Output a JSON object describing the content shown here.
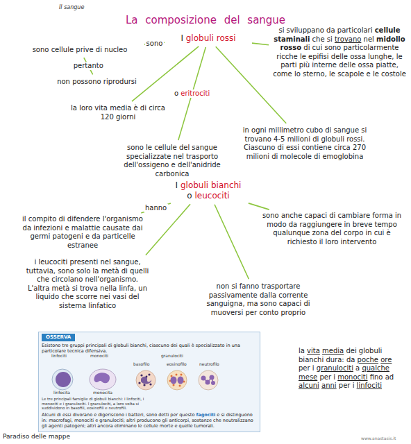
{
  "diagram": {
    "title": "La composizione del sangue",
    "nodes": [
      {
        "text": [
          "I globuli rossi"
        ]
      },
      {
        "text": [
          "sono cellule prive di nucleo"
        ]
      },
      {
        "text": [
          "non possono riprodursi"
        ]
      },
      {
        "text": [
          "si sviluppano da particolari cellule staminali che si trovano nel midollo rosso di cui sono particolarmente ricche le epifisi delle ossa lunghe, le parti più interne delle ossa piatte, come lo sterno, le scapole e le costole"
        ]
      },
      {
        "text": [
          "la loro vita media è di circa 120 giorni"
        ]
      },
      {
        "text": [
          "in ogni millimetro cubo di sangue si trovano 4-5 milioni di globuli rossi. Ciascuno di essi contiene circa 270 milioni di molecole di emoglobina"
        ]
      },
      {
        "text": [
          "sono le cellule del sangue specializzate nel trasporto dell'ossigeno e dell'anidride carbonica"
        ]
      },
      {
        "text": [
          "I globuli bianchi",
          "o leucociti"
        ]
      },
      {
        "text": [
          "il compito di difendere l'organismo da infezioni e malattie causate dai germi patogeni e da particelle estranee"
        ]
      },
      {
        "text": [
          "sono anche capaci di cambiare forma in modo da raggiungere in breve tempo qualunque zona del corpo in cui è richiesto il loro intervento"
        ]
      },
      {
        "text": [
          "i leucociti presenti nel sangue, tuttavia, sono solo la metà di quelli che circolano nell'organismo. L'altra metà si trova nella linfa, un liquido che scorre nei vasi del sistema linfatico"
        ]
      },
      {
        "text": [
          "non si fanno trasportare passivamente dalla corrente sanguigna, ma sono capaci di muoversi per conto proprio"
        ]
      },
      {
        "text": [
          "la vita media dei globuli bianchi dura: da poche ore per i granulociti a qualche mese per i monociti fino ad alcuni anni per i linfociti"
        ]
      },
      {
        "text": [
          "OSSERVA",
          "Esistono tre gruppi principali di globuli bianchi, ciascuno dei quali è specializzato in una particolare tecnica difensiva.",
          "linfociti",
          "monociti",
          "granulociti",
          "basofilo",
          "eosinofilo",
          "neutrofilo",
          "linfocita",
          "monocita",
          "Le tre principali famiglie di globuli bianchi: i linfociti, i monociti e i granulociti. I granulociti, a loro volta si suddividono in basofili, eosinofili e neutrofili.",
          "Alcuni di essi divorano e digeriscono i batteri, sono detti per questo fagociti e si distinguono in: macrofagi, monociti e granulociti; altri producono gli anticorpi, sostanze che neutralizzano gli agenti patogeni; altri ancora eliminano le cellule morte e quelle tumorali."
        ]
      }
    ],
    "edges": [
      {
        "from": 0,
        "to": 1,
        "label": "sono",
        "arrow": "none"
      },
      {
        "from": 0,
        "to": 3,
        "arrow": "none"
      },
      {
        "from": 0,
        "to": 4,
        "arrow": "none"
      },
      {
        "from": 0,
        "to": 6,
        "label": "o eritrociti",
        "arrow": "none"
      },
      {
        "from": 0,
        "to": 5,
        "arrow": "none"
      },
      {
        "from": 1,
        "to": 2,
        "label": "pertanto",
        "arrow": "none"
      },
      {
        "from": 7,
        "to": 8,
        "label": "hanno",
        "arrow": "none"
      },
      {
        "from": 7,
        "to": 9,
        "arrow": "none"
      },
      {
        "from": 7,
        "to": 10,
        "arrow": "none"
      },
      {
        "from": 7,
        "to": 11,
        "arrow": "none"
      }
    ],
    "labels": [
      "Il sangue",
      "Paradiso delle mappe",
      "www.anastasis.it"
    ]
  }
}
